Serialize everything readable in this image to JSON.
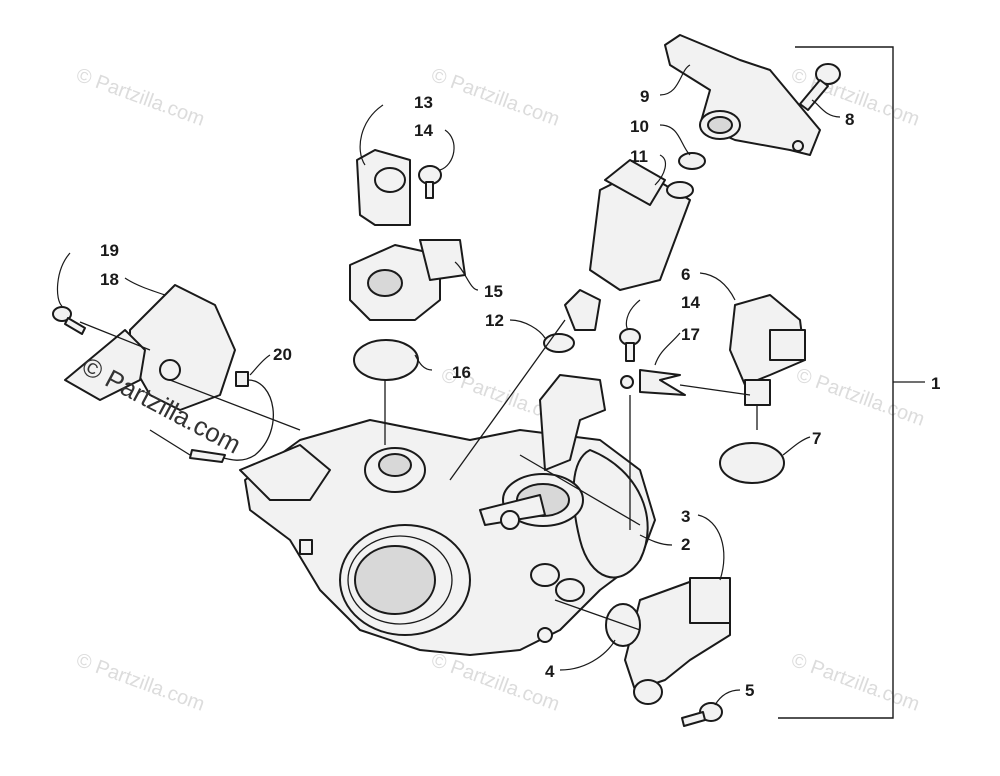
{
  "callouts": {
    "c1": "1",
    "c2": "2",
    "c3": "3",
    "c4": "4",
    "c5": "5",
    "c6": "6",
    "c7": "7",
    "c8": "8",
    "c9": "9",
    "c10": "10",
    "c11": "11",
    "c12": "12",
    "c13": "13",
    "c14a": "14",
    "c14b": "14",
    "c15": "15",
    "c16": "16",
    "c17": "17",
    "c18": "18",
    "c19": "19",
    "c20": "20"
  },
  "watermark": {
    "text": "© Partzilla.com",
    "prominent_text": "© Partzilla.com"
  },
  "colors": {
    "line": "#1a1a1a",
    "fill": "#f2f2f2",
    "watermark": "#dcdcdc"
  }
}
